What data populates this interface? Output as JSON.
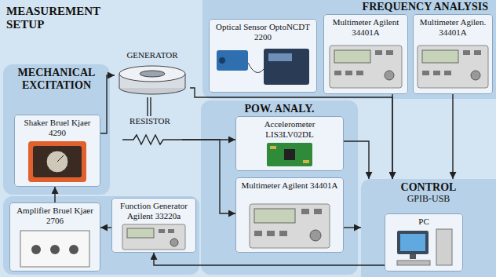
{
  "diagram": {
    "title": "MEASUREMENT SETUP",
    "nodes": [
      {
        "text": [
          "FREQUENCY ANALYSIS"
        ]
      },
      {
        "text": [
          "Optical Sensor OptoNCDT 2200"
        ],
        "in": 0
      },
      {
        "text": [
          "Multimeter Agilent 34401A"
        ],
        "in": 0
      },
      {
        "text": [
          "Multimeter Agilen. 34401A"
        ],
        "in": 0
      },
      {
        "text": [
          "MECHANICAL EXCITATION"
        ]
      },
      {
        "text": [
          "Shaker Bruel Kjaer 4290"
        ],
        "in": 4
      },
      {
        "text": [
          "GENERATOR"
        ]
      },
      {
        "text": [
          "RESISTOR"
        ]
      },
      {
        "text": [
          "POW. ANALY."
        ]
      },
      {
        "text": [
          "Accelerometer LIS3LV02DL"
        ],
        "in": 8
      },
      {
        "text": [
          "Multimeter Agilent 34401A"
        ],
        "in": 8
      },
      {
        "text": [
          "CONTROL",
          "GPIB-USB"
        ]
      },
      {
        "text": [
          "PC"
        ],
        "in": 11
      },
      {
        "text": [
          "Amplifier Bruel Kjaer 2706"
        ]
      },
      {
        "text": [
          "Function Generator Agilent 33220a"
        ]
      }
    ],
    "edges": [
      {
        "from": 5,
        "to": 6,
        "arrow": "to"
      },
      {
        "from": 6,
        "to": 7,
        "arrow": "none"
      },
      {
        "from": 6,
        "to": 11,
        "arrow": "to"
      },
      {
        "from": 2,
        "to": 11,
        "arrow": "to"
      },
      {
        "from": 3,
        "to": 11,
        "arrow": "to"
      },
      {
        "from": 7,
        "to": 9,
        "arrow": "to"
      },
      {
        "from": 7,
        "to": 10,
        "arrow": "to"
      },
      {
        "from": 9,
        "to": 11,
        "arrow": "to"
      },
      {
        "from": 10,
        "to": 11,
        "arrow": "to"
      },
      {
        "from": 12,
        "to": 14,
        "arrow": "to"
      },
      {
        "from": 14,
        "to": 13,
        "arrow": "to"
      },
      {
        "from": 13,
        "to": 5,
        "arrow": "to"
      }
    ]
  }
}
